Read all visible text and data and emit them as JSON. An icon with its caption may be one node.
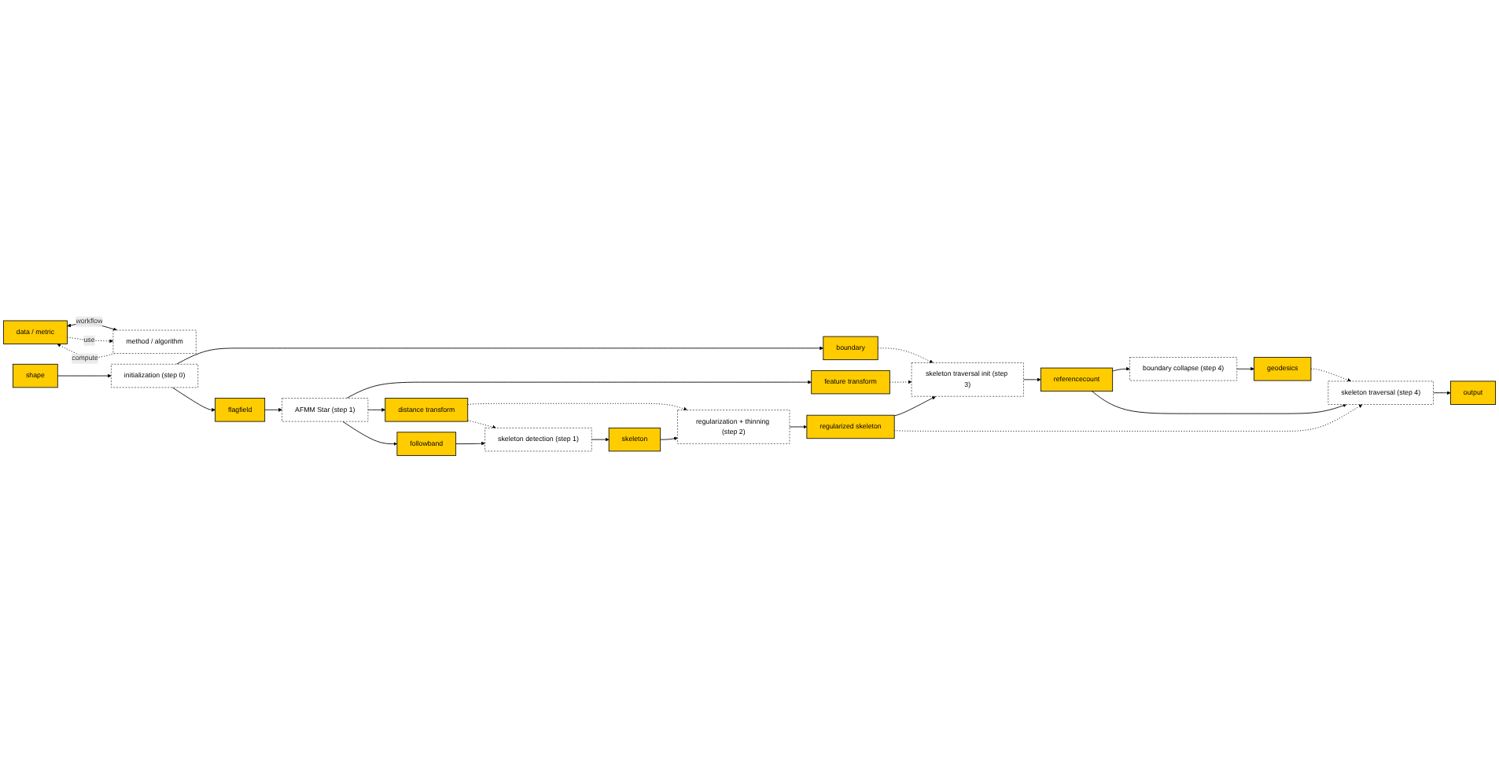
{
  "diagram": {
    "nodes": [
      {
        "text": [
          "data / metric"
        ]
      },
      {
        "text": [
          "method / algorithm"
        ]
      },
      {
        "text": [
          "boundary collapse (step 4)"
        ]
      },
      {
        "text": [
          "geodesics"
        ]
      },
      {
        "text": [
          "referencecount"
        ]
      },
      {
        "text": [
          "skeleton traversal (step 4)"
        ]
      },
      {
        "text": [
          "output"
        ]
      },
      {
        "text": [
          "boundary"
        ]
      },
      {
        "text": [
          "skeleton traversal init (step 3)"
        ]
      },
      {
        "text": [
          "regularized skeleton"
        ]
      },
      {
        "text": [
          "shape"
        ]
      },
      {
        "text": [
          "initialization (step 0)"
        ]
      },
      {
        "text": [
          "feature transform"
        ]
      },
      {
        "text": [
          "regularization + thinning (step 2)"
        ]
      },
      {
        "text": [
          "flagfield"
        ]
      },
      {
        "text": [
          "AFMM Star (step 1)"
        ]
      },
      {
        "text": [
          "distance transform"
        ]
      },
      {
        "text": [
          "skeleton"
        ]
      },
      {
        "text": [
          "followband"
        ]
      },
      {
        "text": [
          "skeleton detection (step 1)"
        ]
      }
    ],
    "edges": [
      {
        "from": 1,
        "to": 0,
        "arrow": "to",
        "label": "compute",
        "style": "dashed"
      },
      {
        "from": 0,
        "to": 1,
        "arrow": "both",
        "label": "workflow"
      },
      {
        "from": 0,
        "to": 1,
        "arrow": "to",
        "label": "use",
        "style": "dashed"
      },
      {
        "from": 4,
        "to": 2,
        "arrow": "to"
      },
      {
        "from": 2,
        "to": 3,
        "arrow": "to"
      },
      {
        "from": 3,
        "to": 5,
        "arrow": "to",
        "style": "dashed"
      },
      {
        "from": 4,
        "to": 5,
        "arrow": "to"
      },
      {
        "from": 5,
        "to": 6,
        "arrow": "to"
      },
      {
        "from": 8,
        "to": 4,
        "arrow": "to"
      },
      {
        "from": 7,
        "to": 8,
        "arrow": "to",
        "style": "dashed"
      },
      {
        "from": 9,
        "to": 8,
        "arrow": "to"
      },
      {
        "from": 9,
        "to": 5,
        "arrow": "to",
        "style": "dashed"
      },
      {
        "from": 11,
        "to": 7,
        "arrow": "to"
      },
      {
        "from": 10,
        "to": 11,
        "arrow": "to"
      },
      {
        "from": 11,
        "to": 14,
        "arrow": "to"
      },
      {
        "from": 12,
        "to": 8,
        "arrow": "to",
        "style": "dashed"
      },
      {
        "from": 15,
        "to": 12,
        "arrow": "to"
      },
      {
        "from": 14,
        "to": 15,
        "arrow": "to"
      },
      {
        "from": 15,
        "to": 16,
        "arrow": "to"
      },
      {
        "from": 15,
        "to": 18,
        "arrow": "to"
      },
      {
        "from": 16,
        "to": 13,
        "arrow": "to",
        "style": "dashed"
      },
      {
        "from": 13,
        "to": 9,
        "arrow": "to"
      },
      {
        "from": 16,
        "to": 19,
        "arrow": "to",
        "style": "dashed"
      },
      {
        "from": 18,
        "to": 19,
        "arrow": "to"
      },
      {
        "from": 19,
        "to": 17,
        "arrow": "to"
      },
      {
        "from": 17,
        "to": 13,
        "arrow": "to"
      }
    ]
  }
}
